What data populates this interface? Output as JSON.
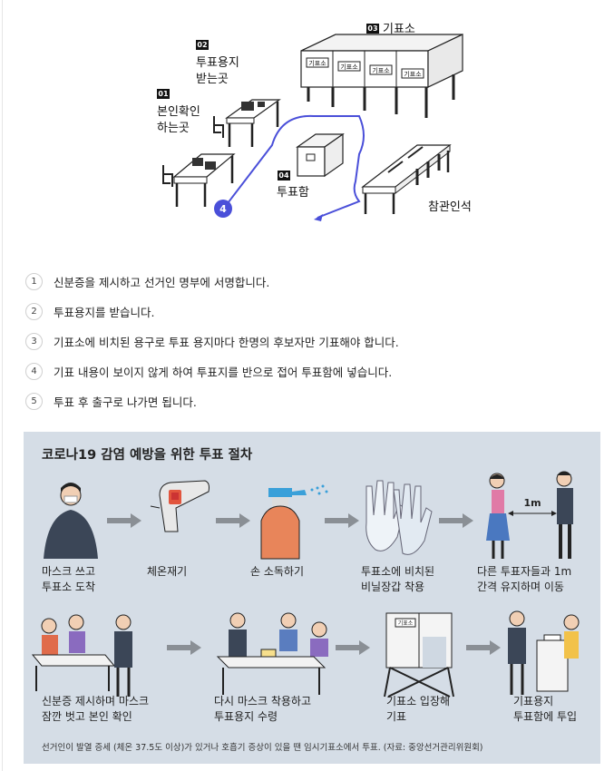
{
  "layout_diagram": {
    "stations": [
      {
        "num": "01",
        "label_line1": "본인확인",
        "label_line2": "하는곳"
      },
      {
        "num": "02",
        "label_line1": "투표용지",
        "label_line2": "받는곳"
      },
      {
        "num": "03",
        "label_line1": "기표소",
        "label_line2": ""
      },
      {
        "num": "04",
        "label_line1": "투표함",
        "label_line2": ""
      }
    ],
    "booth_tags": [
      "기표소",
      "기표소",
      "기표소",
      "기표소"
    ],
    "observers_label": "참관인석",
    "entry_marker": "4",
    "path_color": "#4a4fd9"
  },
  "steps": [
    {
      "num": "1",
      "text": "신분증을 제시하고 선거인 명부에 서명합니다."
    },
    {
      "num": "2",
      "text": "투표용지를 받습니다."
    },
    {
      "num": "3",
      "text": "기표소에 비치된 용구로 투표 용지마다 한명의 후보자만 기표해야 합니다."
    },
    {
      "num": "4",
      "text": "기표 내용이 보이지 않게 하여 투표지를 반으로 접어 투표함에 넣습니다."
    },
    {
      "num": "5",
      "text": "투표 후 출구로 나가면 됩니다."
    }
  ],
  "covid_panel": {
    "title": "코로나19 감염 예방을 위한 투표 절차",
    "row1": [
      {
        "caption": "마스크 쓰고\n투표소 도착",
        "icon": "masked-person-icon"
      },
      {
        "caption": "체온재기",
        "icon": "thermometer-gun-icon"
      },
      {
        "caption": "손 소독하기",
        "icon": "sanitizer-spray-icon"
      },
      {
        "caption": "투표소에 비치된\n비닐장갑 착용",
        "icon": "gloves-icon"
      },
      {
        "caption": "다른 투표자들과 1m\n간격 유지하며 이동",
        "icon": "distancing-icon"
      }
    ],
    "distance_label": "1m",
    "row2": [
      {
        "caption": "신분증 제시하며 마스크\n잠깐 벗고 본인 확인",
        "icon": "id-check-icon"
      },
      {
        "caption": "다시 마스크 착용하고\n투표용지 수령",
        "icon": "ballot-receive-icon"
      },
      {
        "caption": "기표소 입장해\n기표",
        "icon": "booth-icon"
      },
      {
        "caption": "기표용지\n투표함에 투입",
        "icon": "ballot-box-icon"
      }
    ],
    "booth_sign": "기표소",
    "footnote": "선거인이 발열 증세 (체온 37.5도 이상)가 있거나 호흡기 증상이 있을 땐 임시기표소에서 투표. (자료: 중앙선거관리위원회)",
    "colors": {
      "background": "#d5dde6",
      "arrow": "#8a8f95"
    }
  }
}
